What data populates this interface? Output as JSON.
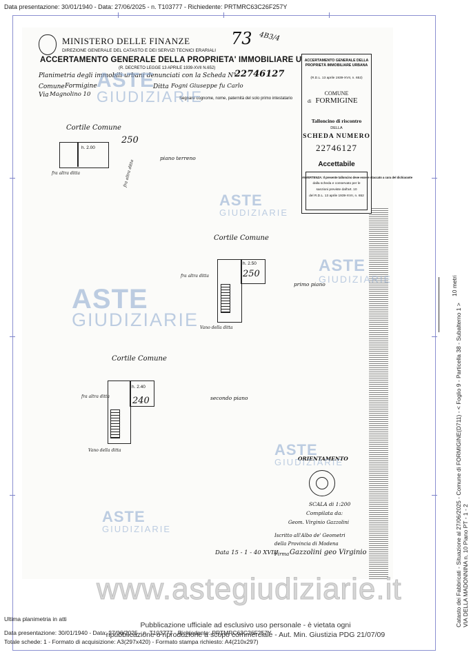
{
  "header": {
    "line": "Data presentazione: 30/01/1940 - Data: 27/06/2025 - n. T103777 - Richiedente: PRTMRC63C26F257Y"
  },
  "document": {
    "ministry": "MINISTERO DELLE FINANZE",
    "direction": "DIREZIONE GENERALE DEL CATASTO E DEI SERVIZI TECNICI ERARIALI",
    "title": "ACCERTAMENTO GENERALE DELLA PROPRIETA' IMMOBILIARE URBANA",
    "decree": "(R. DECRETO LEGGE 13 APRILE 1939-XVII N.652)",
    "plan_line": "Planimetria degli immobili urbani denunciati con la Scheda N°",
    "scheda_hand": "22746127",
    "comune_label": "Comune",
    "comune_hand": "Formigine",
    "ditta_label": "Ditta",
    "ditta_hand": "Fogni Giuseppe fu Carlo",
    "via_label": "Via",
    "via_hand": "Magnolino 10",
    "note": "Segnare cognome, nome, paternità del solo primo intestatario",
    "page_mark": "73",
    "corner_mark": "4B3/4"
  },
  "stamp": {
    "l1": "ACCERTAMENTO GENERALE DELLA",
    "l2": "PROPRIETÀ IMMOBILIARE URBANA",
    "l3": "(R.D.L. 13 aprile 1939-XVII, n. 652)",
    "comune": "COMUNE",
    "di": "di",
    "comune_name": "FORMIGINE",
    "talloncino": "Talloncino di riscontro",
    "della": "DELLA",
    "scheda": "SCHEDA NUMERO",
    "number": "22746127",
    "accettabile": "Accettabile",
    "avvertenza": "AVVERTENZA: Il presente talloncino deve essere staccato a cura del dichiarante",
    "avv2": "dalla scheda e conservato per le",
    "avv3": "sanzioni previste dall'art. 10",
    "avv4": "del R.D.L. 13 aprile 1939-XVII, n. 652"
  },
  "drawing": {
    "cortile1": "Cortile Comune",
    "cortile2": "Cortile Comune",
    "cortile3": "Cortile Comune",
    "h250a": "250",
    "h250b": "250",
    "h240": "240",
    "h200a": "h. 2.00",
    "h200b": "h. 2.50",
    "h200c": "h. 2.40",
    "piano1": "piano terreno",
    "piano2": "primo piano",
    "piano3": "secondo piano",
    "altra1": "fra altra ditta",
    "altra2": "fra altra ditta",
    "altra3": "fra altra ditta",
    "vano1": "Vano della ditta",
    "vano2": "Vano della ditta",
    "orientamento": "ORIENTAMENTO",
    "scala": "SCALA di 1:200",
    "compilata": "Compilata da:",
    "tecnico": "Geom. Virginio Gazzolini",
    "iscritto": "Iscritto all'Albo de' Geometri",
    "provincia": "della Provincia di Modena",
    "firma": "Firma",
    "firma_hand": "Gazzolini geo Virginio",
    "data": "Data 15 - 1 - 40 XVIII"
  },
  "watermarks": {
    "aste": "ASTE",
    "giudiziarie": "GIUDIZIARIE",
    "site": "www.astegiudiziarie.it"
  },
  "side": {
    "meters": "10 metri",
    "line1": "Catasto dei Fabbricati - Situazione al 27/06/2025 - Comune di FORMIGINE(D711) - < Foglio 9 - Particella 38 - Subalterno 1 >",
    "line2": "VIA DELLA MADONNINA n. 10 Piano PT - 1 - 2"
  },
  "footer": {
    "ultima": "Ultima planimetria in atti",
    "line1": "Data presentazione: 30/01/1940 - Data: 27/06/2025 - n. T103777 - Richiedente: PRTMRC63C26F257Y",
    "line2": "Totale schede: 1 - Formato di acquisizione: A3(297x420) - Formato stampa richiesto: A4(210x297)",
    "pub1": "Pubblicazione ufficiale ad esclusivo uso personale - è vietata ogni",
    "pub2": "ripubblicazione o riproduzione a scopo commerciale - Aut. Min. Giustizia PDG 21/07/09"
  }
}
